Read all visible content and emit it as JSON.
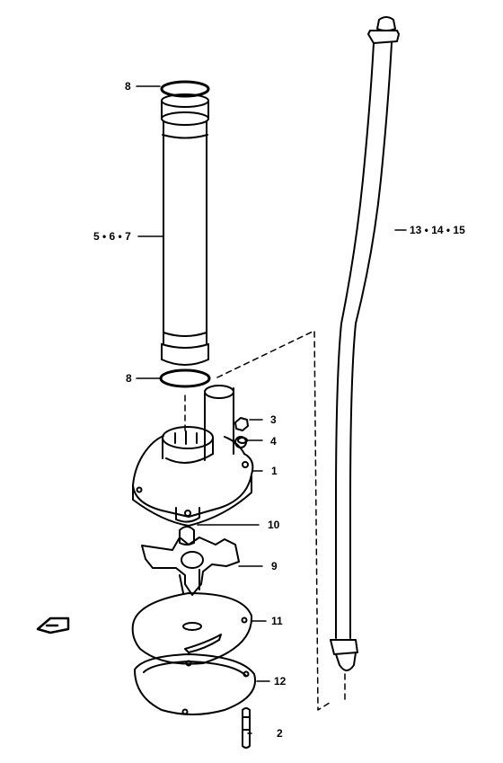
{
  "diagram": {
    "callouts": [
      {
        "id": "pump-tube-top-seal",
        "label": "8"
      },
      {
        "id": "pump-tube",
        "label": "5 • 6 • 7"
      },
      {
        "id": "pump-tube-bottom-seal",
        "label": "8"
      },
      {
        "id": "water-tube",
        "label": "13 • 14 • 15"
      },
      {
        "id": "nut",
        "label": "3"
      },
      {
        "id": "washer",
        "label": "4"
      },
      {
        "id": "pump-case",
        "label": "1"
      },
      {
        "id": "key",
        "label": "10"
      },
      {
        "id": "impeller",
        "label": "9"
      },
      {
        "id": "under-panel",
        "label": "11"
      },
      {
        "id": "gasket",
        "label": "12"
      },
      {
        "id": "pin",
        "label": "2"
      }
    ]
  }
}
